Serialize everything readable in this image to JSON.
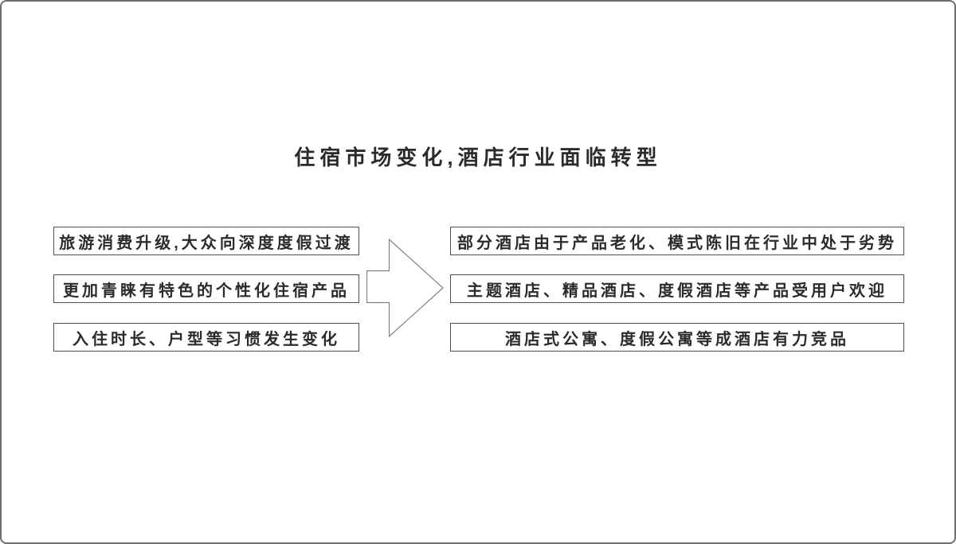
{
  "diagram": {
    "title": "住宿市场变化,酒店行业面临转型",
    "left": {
      "items": [
        {
          "label": "旅游消费升级,大众向深度度假过渡"
        },
        {
          "label": "更加青睐有特色的个性化住宿产品"
        },
        {
          "label": "入住时长、户型等习惯发生变化"
        }
      ]
    },
    "right": {
      "items": [
        {
          "label": "部分酒店由于产品老化、模式陈旧在行业中处于劣势"
        },
        {
          "label": "主题酒店、精品酒店、度假酒店等产品受用户欢迎"
        },
        {
          "label": "酒店式公寓、度假公寓等成酒店有力竞品"
        }
      ]
    },
    "icons": {
      "arrow": "right-arrow-icon"
    },
    "colors": {
      "background": "#ffffff",
      "frame_border": "#6e6e6e",
      "box_border": "#4f4f4f",
      "text": "#2b2b2b",
      "arrow_outline": "#808080"
    }
  }
}
